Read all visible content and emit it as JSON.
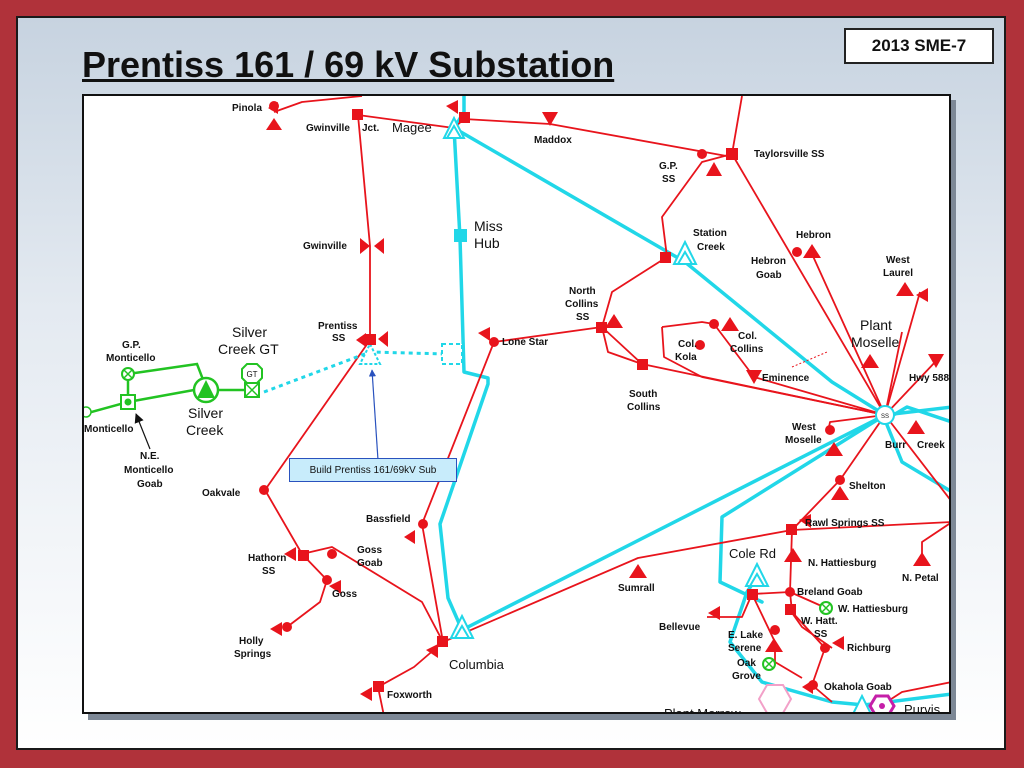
{
  "slide": {
    "title": "Prentiss 161 / 69 kV Substation",
    "code": "2013 SME-7"
  },
  "callout": {
    "text": "Build Prentiss 161/69kV Sub"
  },
  "labels": {
    "pinola": "Pinola",
    "gwinville_jct": "Gwinville",
    "jct": "Jct.",
    "magee": "Magee",
    "maddox": "Maddox",
    "gp_ss_1": "G.P.",
    "gp_ss_2": "SS",
    "taylorsville": "Taylorsville SS",
    "miss_hub_1": "Miss",
    "miss_hub_2": "Hub",
    "gwinville": "Gwinville",
    "station_creek_1": "Station",
    "station_creek_2": "Creek",
    "hebron": "Hebron",
    "hebron_goab_1": "Hebron",
    "hebron_goab_2": "Goab",
    "west_laurel_1": "West",
    "west_laurel_2": "Laurel",
    "north_collins_1": "North",
    "north_collins_2": "Collins",
    "north_collins_3": "SS",
    "prentiss_ss_1": "Prentiss",
    "prentiss_ss_2": "SS",
    "plant_moselle_1": "Plant",
    "plant_moselle_2": "Moselle",
    "gp_monticello_1": "G.P.",
    "gp_monticello_2": "Monticello",
    "silver_creek_gt_1": "Silver",
    "silver_creek_gt_2": "Creek GT",
    "lone_star": "Lone Star",
    "col_kola_1": "Col.",
    "col_kola_2": "Kola",
    "col_collins_1": "Col.",
    "col_collins_2": "Collins",
    "hwy_588": "Hwy 588",
    "eminence": "Eminence",
    "south_collins_1": "South",
    "south_collins_2": "Collins",
    "silver_creek_1": "Silver",
    "silver_creek_2": "Creek",
    "monticello": "Monticello",
    "ne_monticello_1": "N.E.",
    "ne_monticello_2": "Monticello",
    "ne_monticello_3": "Goab",
    "west_moselle_1": "West",
    "west_moselle_2": "Moselle",
    "burr": "Burr",
    "creek": "Creek",
    "oakvale": "Oakvale",
    "shelton": "Shelton",
    "bassfield": "Bassfield",
    "rawl_springs": "Rawl Springs SS",
    "hathorn_ss_1": "Hathorn",
    "hathorn_ss_2": "SS",
    "goss_goab_1": "Goss",
    "goss_goab_2": "Goab",
    "cole_rd": "Cole Rd",
    "n_hattiesburg": "N. Hattiesburg",
    "n_petal": "N. Petal",
    "goss": "Goss",
    "sumrall": "Sumrall",
    "breland_goab": "Breland Goab",
    "w_hattiesburg": "W. Hattiesburg",
    "w_hatt_ss_1": "W. Hatt.",
    "w_hatt_ss_2": "SS",
    "bellevue": "Bellevue",
    "holly_springs_1": "Holly",
    "holly_springs_2": "Springs",
    "e_lake_serene_1": "E. Lake",
    "e_lake_serene_2": "Serene",
    "richburg": "Richburg",
    "columbia": "Columbia",
    "oak_grove_1": "Oak",
    "oak_grove_2": "Grove",
    "okahola_goab": "Okahola Goab",
    "foxworth": "Foxworth",
    "plant_morrow": "Plant Morrow",
    "purvis": "Purvis",
    "gt_tag": "GT"
  },
  "colors": {
    "line_69kv": "#e8141c",
    "line_161kv": "#21d7e8",
    "silver_creek": "#22c322",
    "callout_border": "#2a52be",
    "callout_fill": "#c8ecfb",
    "hub": "#f2a0c8",
    "purvis": "#c51fa8"
  }
}
